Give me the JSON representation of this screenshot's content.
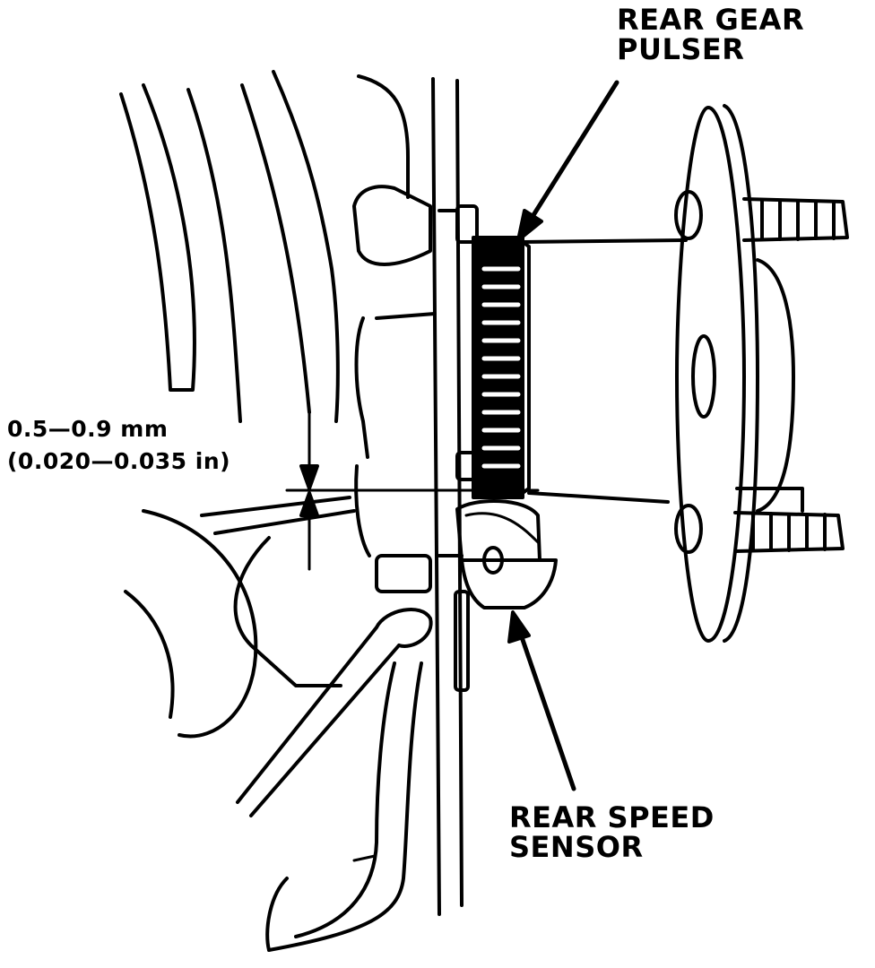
{
  "labels": {
    "gear_pulser": [
      "REAR GEAR",
      "PULSER"
    ],
    "speed_sensor": [
      "REAR SPEED",
      "SENSOR"
    ],
    "gap_mm": "0.5—0.9 mm",
    "gap_in": "(0.020—0.035 in)"
  },
  "colors": {
    "ink": "#000000",
    "paper": "#ffffff"
  }
}
